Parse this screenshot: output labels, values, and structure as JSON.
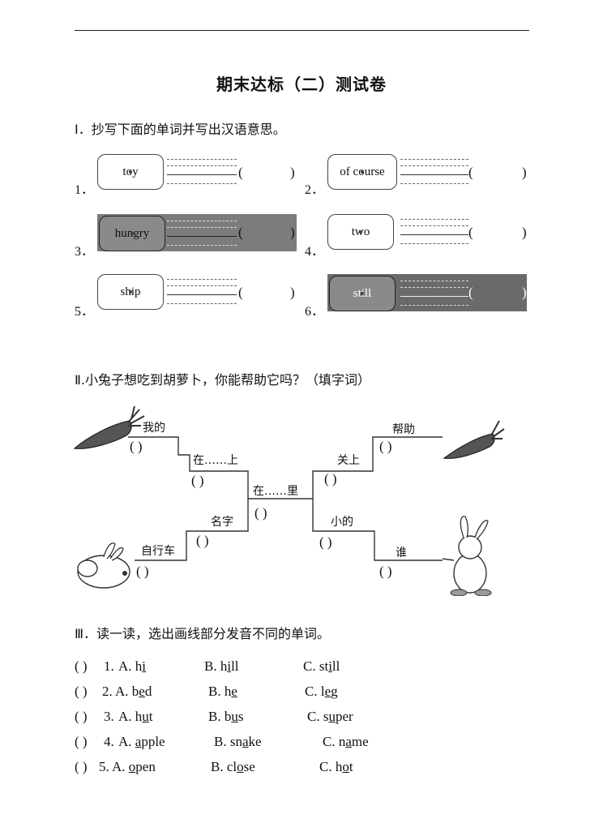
{
  "title": "期末达标（二）测试卷",
  "section1": {
    "heading": "I．抄写下面的单词并写出汉语意思。",
    "items": [
      {
        "num": "1．",
        "word": "toy"
      },
      {
        "num": "2．",
        "word": "of course"
      },
      {
        "num": "3．",
        "word": "hungry"
      },
      {
        "num": "4．",
        "word": "two"
      },
      {
        "num": "5．",
        "word": "ship"
      },
      {
        "num": "6．",
        "word": "still"
      }
    ],
    "paren_open": "(",
    "paren_close": ")"
  },
  "section2": {
    "heading": "Ⅱ.小兔子想吃到胡萝卜，你能帮助它吗？（填字词）",
    "labels": {
      "mine": "我的",
      "on": "在……上",
      "in": "在……里",
      "name": "名字",
      "bike": "自行车",
      "help": "帮助",
      "close": "关上",
      "small": "小的",
      "who": "谁"
    },
    "blank": "(        )"
  },
  "section3": {
    "heading": "Ⅲ．读一读，选出画线部分发音不同的单词。",
    "rows": [
      {
        "paren": "(    )",
        "num": "1.",
        "a_pre": "A. h",
        "a_u": "i",
        "a_post": "",
        "b_pre": "B. h",
        "b_u": "i",
        "b_post": "ll",
        "c_pre": "C. st",
        "c_u": "i",
        "c_post": "ll"
      },
      {
        "paren": "(    )",
        "num": "2.",
        "a_pre": "A. b",
        "a_u": "e",
        "a_post": "d",
        "b_pre": "B. h",
        "b_u": "e",
        "b_post": "",
        "c_pre": "C. l",
        "c_u": "e",
        "c_post": "g"
      },
      {
        "paren": "(    )",
        "num": "3.",
        "a_pre": "A. h",
        "a_u": "u",
        "a_post": "t",
        "b_pre": "B. b",
        "b_u": "u",
        "b_post": "s",
        "c_pre": "C. s",
        "c_u": "u",
        "c_post": "per"
      },
      {
        "paren": "(    )",
        "num": "4.",
        "a_pre": "A. ",
        "a_u": "a",
        "a_post": "pple",
        "b_pre": "B. sn",
        "b_u": "a",
        "b_post": "ke",
        "c_pre": "C. n",
        "c_u": "a",
        "c_post": "me"
      },
      {
        "paren": "(    )",
        "num": "5.",
        "a_pre": "A. ",
        "a_u": "o",
        "a_post": "pen",
        "b_pre": "B. cl",
        "b_u": "o",
        "b_post": "se",
        "c_pre": "C. h",
        "c_u": "o",
        "c_post": "t"
      }
    ]
  }
}
